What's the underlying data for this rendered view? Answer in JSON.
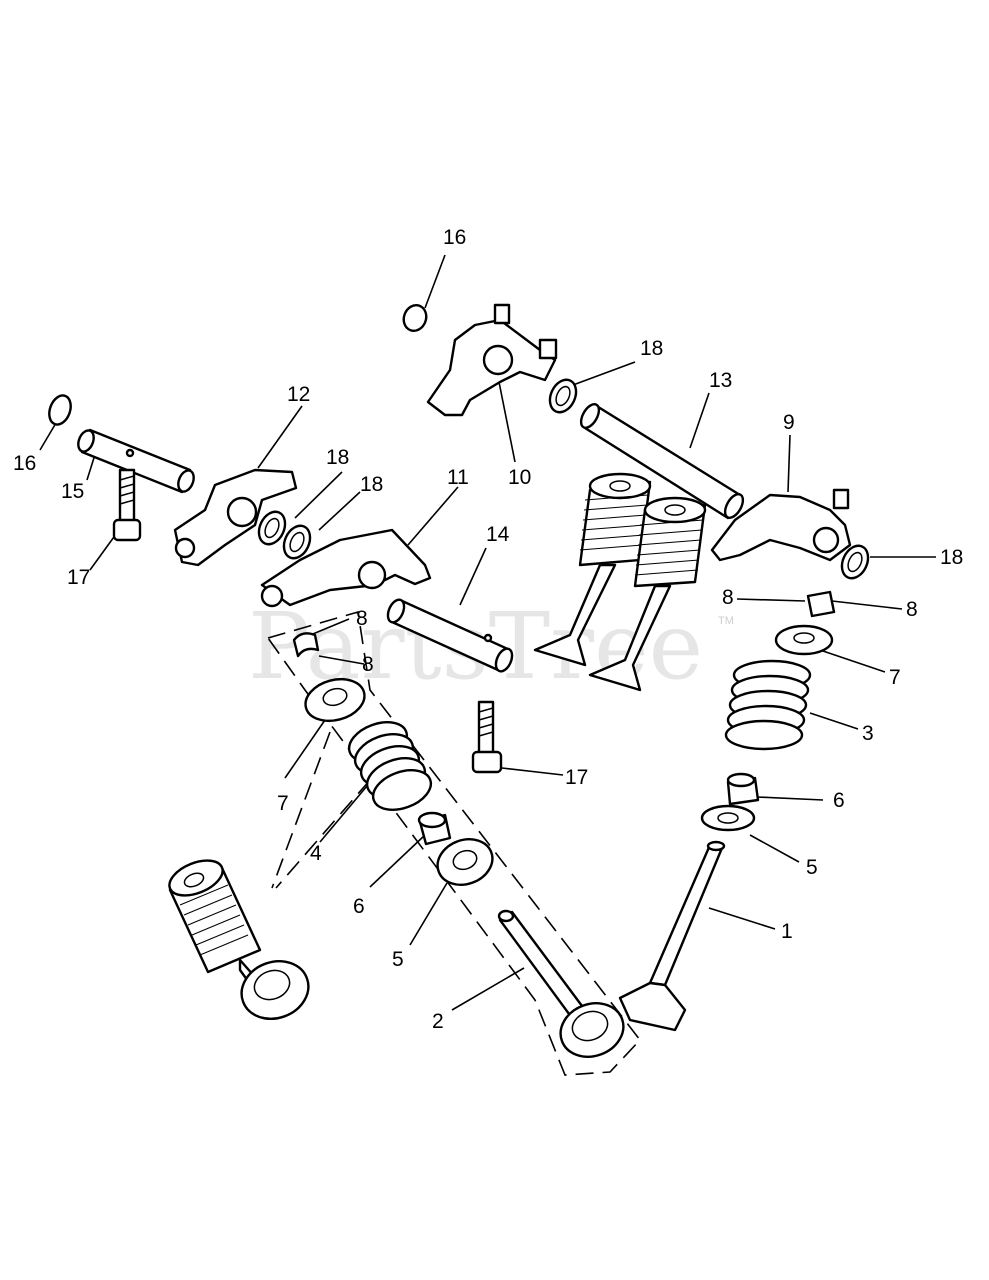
{
  "watermark": {
    "text": "PartsTree",
    "trademark": "TM"
  },
  "callouts": {
    "c1": "1",
    "c2": "2",
    "c3": "3",
    "c4": "4",
    "c5a": "5",
    "c5b": "5",
    "c6a": "6",
    "c6b": "6",
    "c7a": "7",
    "c7b": "7",
    "c8a": "8",
    "c8b": "8",
    "c8c": "8",
    "c8d": "8",
    "c9": "9",
    "c10": "10",
    "c11": "11",
    "c12": "12",
    "c13": "13",
    "c14": "14",
    "c15": "15",
    "c16a": "16",
    "c16b": "16",
    "c17a": "17",
    "c17b": "17",
    "c18a": "18",
    "c18b": "18",
    "c18c": "18",
    "c18d": "18"
  }
}
